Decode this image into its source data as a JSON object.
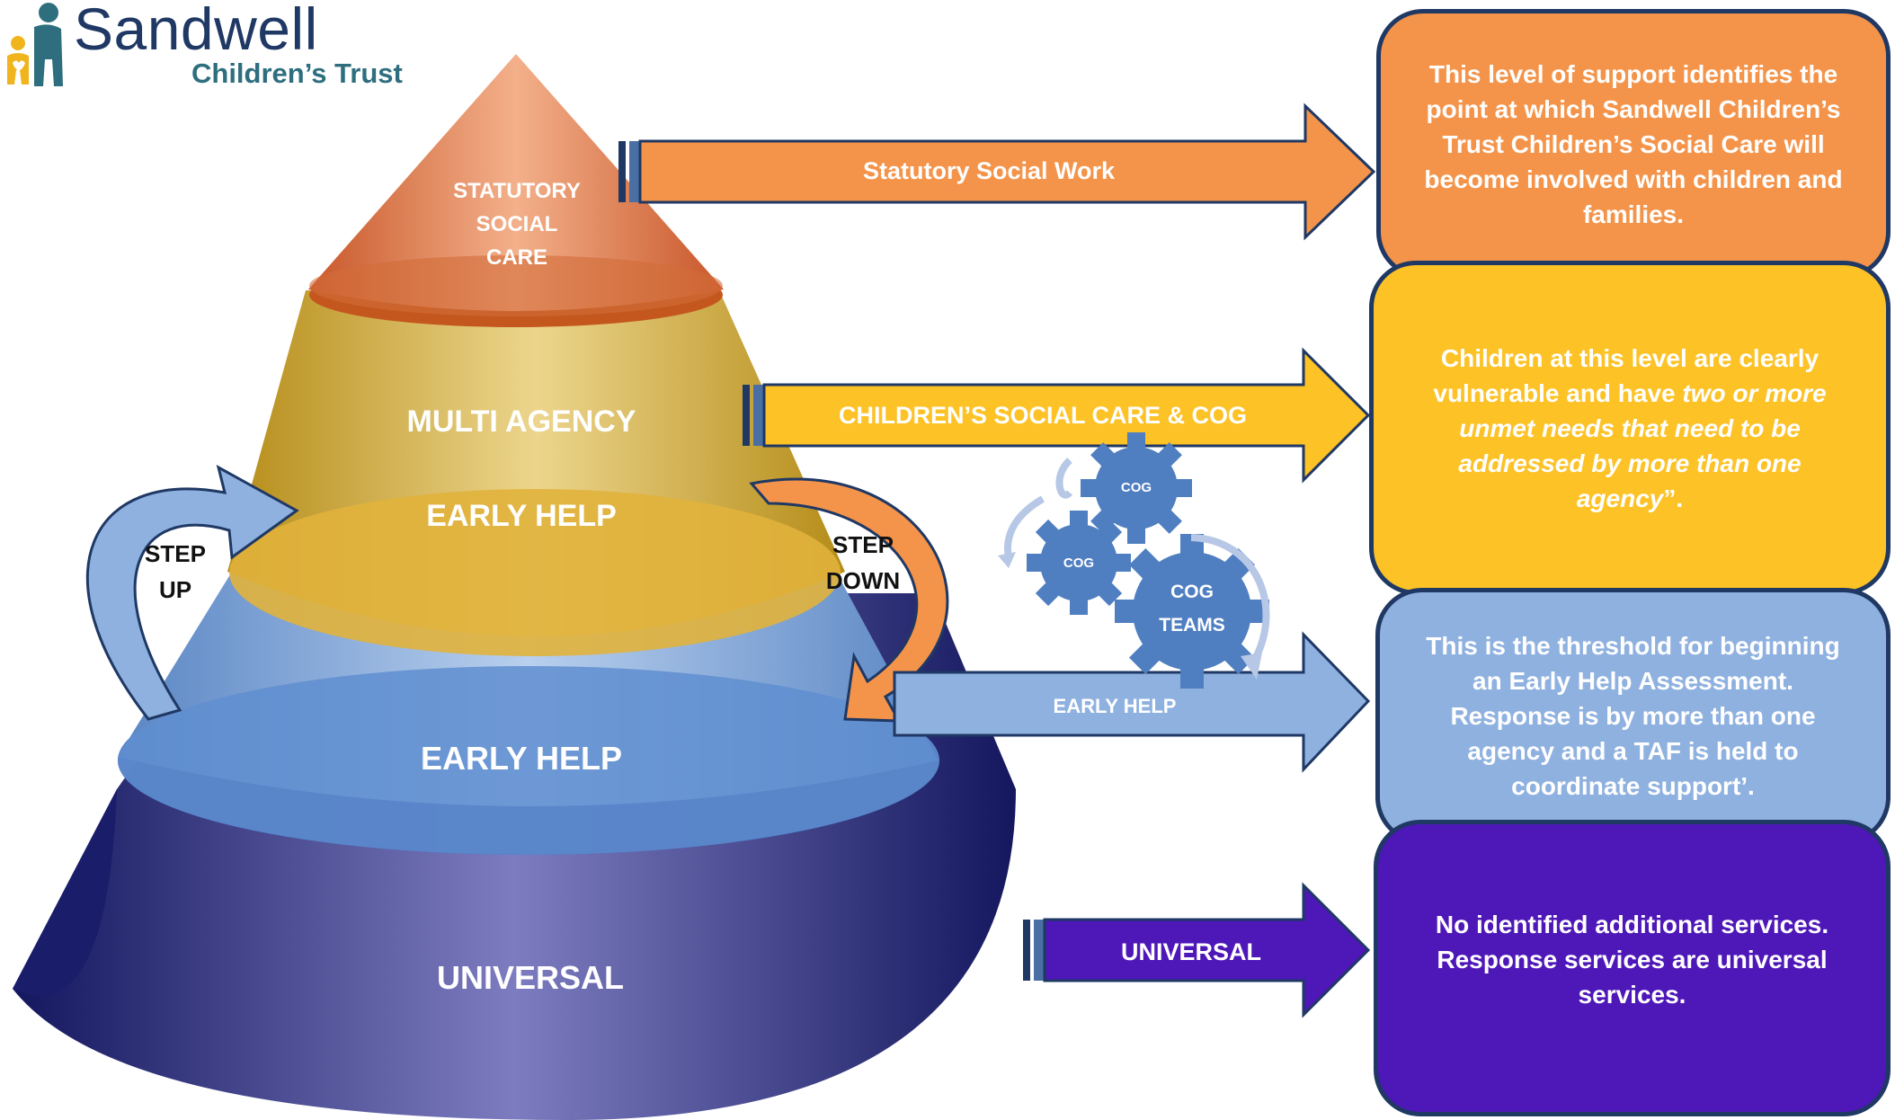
{
  "logo": {
    "name": "Sandwell",
    "subtitle": "Children’s Trust"
  },
  "pyramid": {
    "top": "STATUTORY\nSOCIAL\nCARE",
    "multi_agency": "MULTI AGENCY",
    "early_help_upper": "EARLY HELP",
    "early_help_lower": "EARLY HELP",
    "universal": "UNIVERSAL"
  },
  "step_up": "STEP\nUP",
  "step_down": "STEP\nDOWN",
  "arrows": {
    "statutory": "Statutory  Social  Work",
    "csc_cog": "CHILDREN’S SOCIAL CARE & COG",
    "early_help": "EARLY HELP",
    "universal": "UNIVERSAL"
  },
  "cogs": {
    "cog1": "COG",
    "cog2": "COG",
    "cog_teams": "COG\nTEAMS"
  },
  "boxes": {
    "statutory": "This level of support identifies the point at which Sandwell Children’s Trust Children’s Social Care will become involved with children and families.",
    "multi_agency_plain": "Children at this level are clearly vulnerable and have ",
    "multi_agency_italic": "two or more unmet needs that need to be addressed by more than one agency",
    "multi_agency_end": "”.",
    "early_help": "This is the threshold for beginning an Early  Help  Assessment. Response is  by more  than  one  agency  and a TAF  is  held to  coordinate support’.",
    "universal": "No identified additional services. Response services are universal services."
  },
  "colors": {
    "orange": "#f4944a",
    "yellow": "#fcc226",
    "light_blue": "#8fb1e0",
    "purple": "#4e17b8",
    "navy": "#1f3864",
    "cog_blue": "#4f7fc1"
  }
}
